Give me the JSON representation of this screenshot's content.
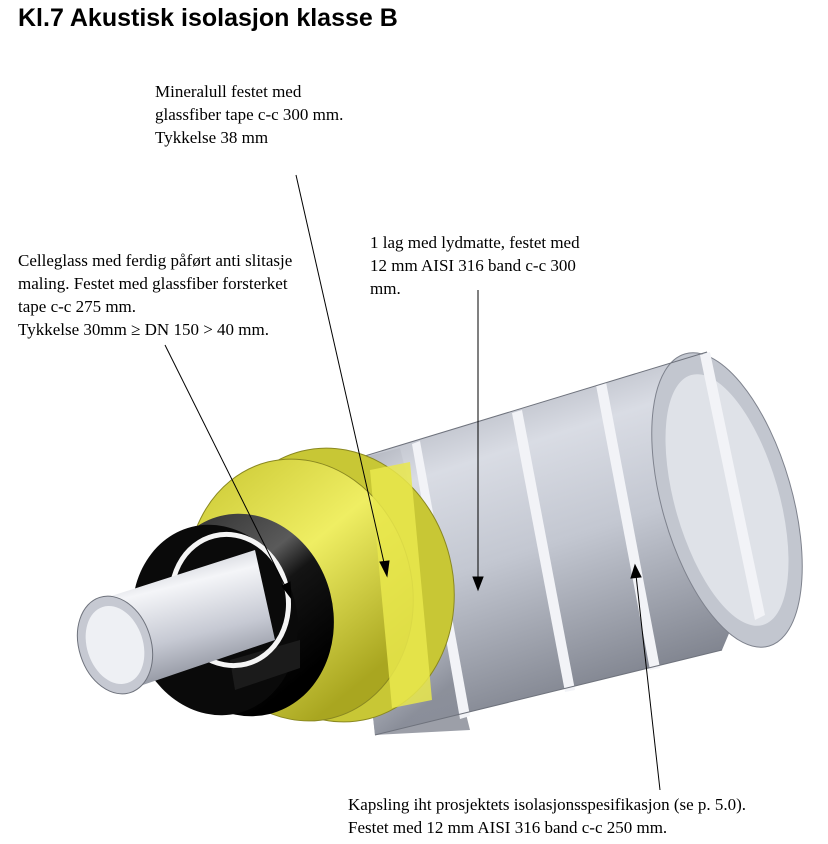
{
  "title": "Kl.7 Akustisk isolasjon klasse B",
  "labels": {
    "mineralull": [
      "Mineralull festet med",
      "glassfiber tape c-c 300 mm.",
      "Tykkelse 38 mm"
    ],
    "celleglass": [
      "Celleglass med ferdig påført anti slitasje",
      "maling. Festet med glassfiber forsterket",
      "tape c-c 275 mm.",
      "Tykkelse 30mm ≥ DN 150 > 40 mm."
    ],
    "lydmatte": [
      "1 lag med lydmatte, festet med",
      "12 mm AISI 316 band c-c 300",
      "mm."
    ],
    "kapsling": [
      "Kapsling iht prosjektets isolasjonsspesifikasjon (se p. 5.0).",
      "Festet med 12 mm AISI 316 band c-c 250 mm."
    ]
  },
  "colors": {
    "mineral_wool": "#e3e24a",
    "cellular_glass": "#0c0c0c",
    "cladding": "#b9bec9",
    "pipe": "#c9ccd6",
    "band": "#f1f2f6"
  }
}
